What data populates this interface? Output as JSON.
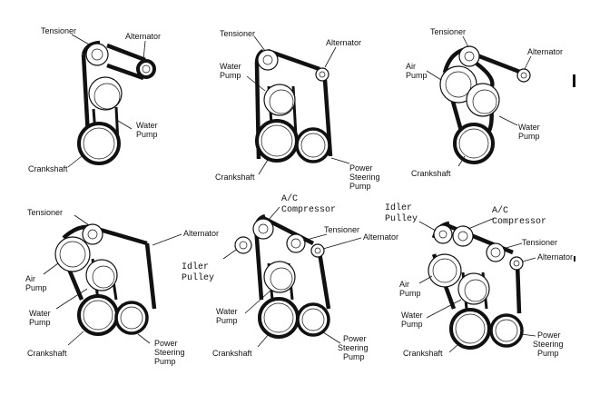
{
  "diagrams": [
    {
      "id": "d1",
      "labels": {
        "tensioner": "Tensioner",
        "alternator": "Alternator",
        "water_pump": [
          "Water",
          "Pump"
        ],
        "crankshaft": "Crankshaft"
      }
    },
    {
      "id": "d2",
      "labels": {
        "tensioner": "Tensioner",
        "alternator": "Alternator",
        "water_pump": [
          "Water",
          "Pump"
        ],
        "crankshaft": "Crankshaft",
        "power_steering_pump": [
          "Power",
          "Steering",
          "Pump"
        ]
      }
    },
    {
      "id": "d3",
      "labels": {
        "tensioner": "Tensioner",
        "alternator": "Alternator",
        "air_pump": [
          "Air",
          "Pump"
        ],
        "water_pump": [
          "Water",
          "Pump"
        ],
        "crankshaft": "Crankshaft"
      }
    },
    {
      "id": "d4",
      "labels": {
        "tensioner": "Tensioner",
        "alternator": "Alternator",
        "air_pump": [
          "Air",
          "Pump"
        ],
        "water_pump": [
          "Water",
          "Pump"
        ],
        "crankshaft": "Crankshaft",
        "power_steering_pump": [
          "Power",
          "Steering",
          "Pump"
        ]
      }
    },
    {
      "id": "d5",
      "labels": {
        "ac_compressor": [
          "A/C",
          "Compressor"
        ],
        "tensioner": "Tensioner",
        "alternator": "Alternator",
        "idler_pulley": [
          "Idler",
          "Pulley"
        ],
        "water_pump": [
          "Water",
          "Pump"
        ],
        "crankshaft": "Crankshaft",
        "power_steering_pump": [
          "Power",
          "Steering",
          "Pump"
        ]
      }
    },
    {
      "id": "d6",
      "labels": {
        "idler_pulley": [
          "Idler",
          "Pulley"
        ],
        "ac_compressor": [
          "A/C",
          "Compressor"
        ],
        "tensioner": "Tensioner",
        "alternator": "Alternator",
        "air_pump": [
          "Air",
          "Pump"
        ],
        "water_pump": [
          "Water",
          "Pump"
        ],
        "crankshaft": "Crankshaft",
        "power_steering_pump": [
          "Power",
          "Steering",
          "Pump"
        ]
      }
    }
  ]
}
